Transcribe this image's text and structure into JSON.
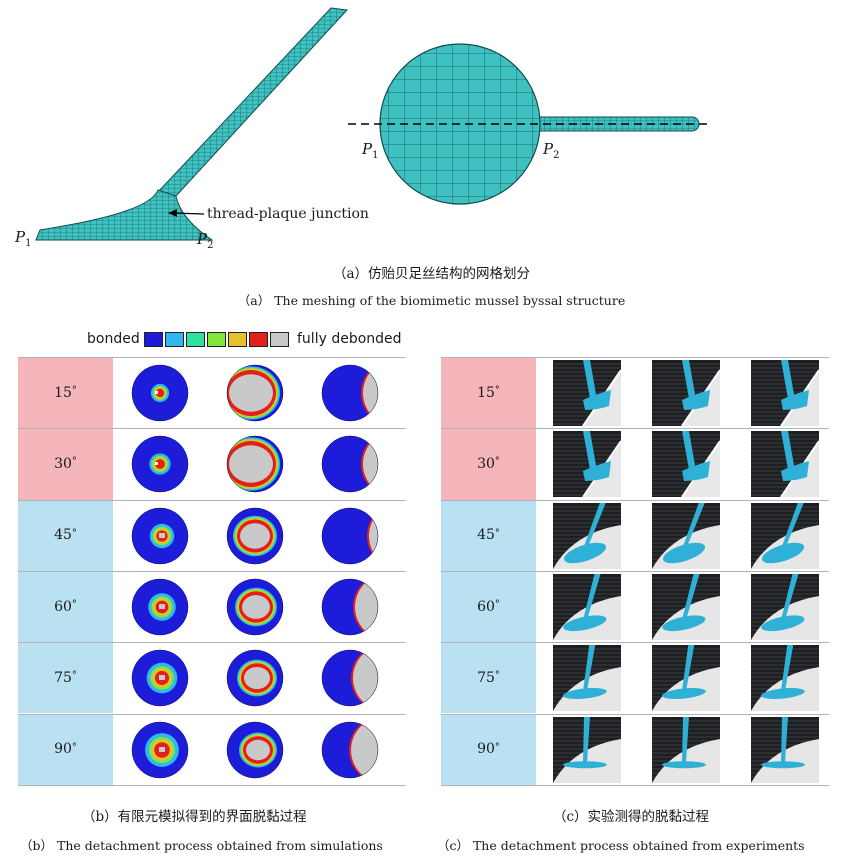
{
  "panel_a": {
    "junction_label": "thread-plaque junction",
    "p1": {
      "letter": "P",
      "sub": "1"
    },
    "p2": {
      "letter": "P",
      "sub": "2"
    },
    "caption_zh": "（a）仿贻贝足丝结构的网格划分",
    "caption_en": "（a） The meshing of the biomimetic mussel byssal structure"
  },
  "legend": {
    "left": "bonded",
    "right": "fully debonded",
    "colors": [
      "#1c1cd9",
      "#2fb8ef",
      "#2fe0a0",
      "#7fe83a",
      "#e6c12a",
      "#e3201b",
      "#c9c9c9"
    ]
  },
  "angles": [
    {
      "value": "15",
      "unit": "°",
      "group": "pink"
    },
    {
      "value": "30",
      "unit": "°",
      "group": "pink"
    },
    {
      "value": "45",
      "unit": "°",
      "group": "blue"
    },
    {
      "value": "60",
      "unit": "°",
      "group": "blue"
    },
    {
      "value": "75",
      "unit": "°",
      "group": "blue"
    },
    {
      "value": "90",
      "unit": "°",
      "group": "blue"
    }
  ],
  "panel_b": {
    "caption_zh": "（b）有限元模拟得到的界面脱黏过程",
    "caption_en": "（b） The detachment process obtained from simulations"
  },
  "panel_c": {
    "caption_zh": "（c）实验测得的脱黏过程",
    "caption_en": "（c） The detachment process obtained from experiments"
  },
  "colors": {
    "mesh": "#3ec1c0",
    "mesh_line": "#0e4d4d",
    "pink": "#f4b5bb",
    "light_blue": "#b9e1f1",
    "plaque_blue": "#2fb0d6"
  }
}
